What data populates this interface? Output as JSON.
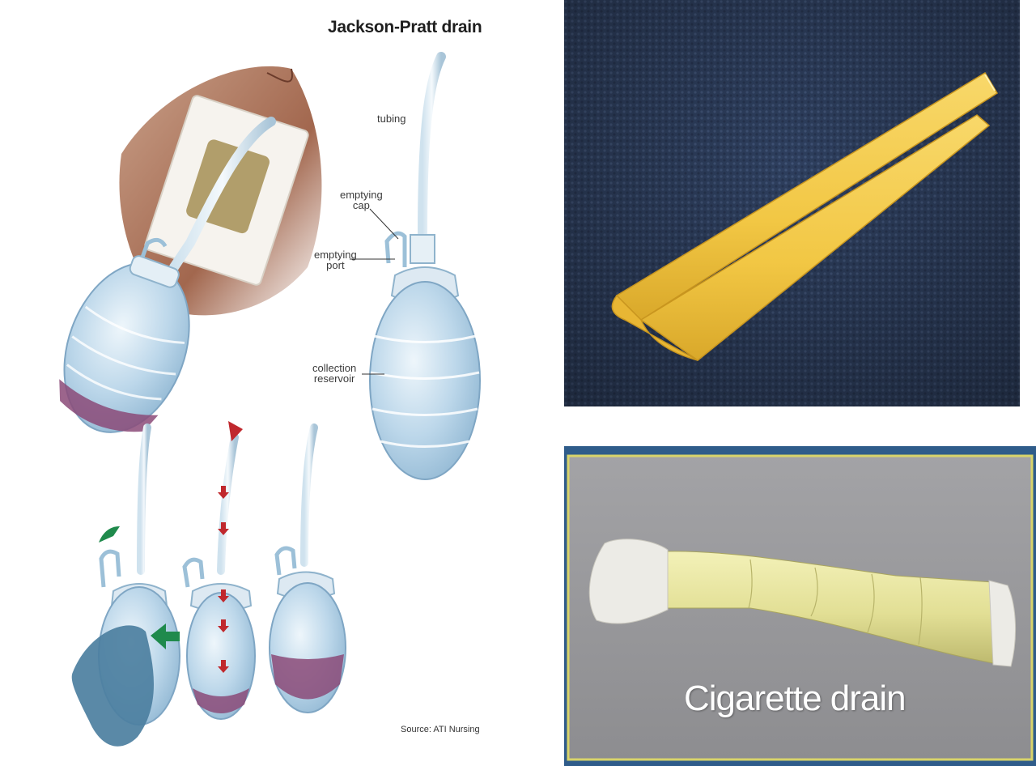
{
  "jackson_pratt": {
    "title": "Jackson-Pratt drain",
    "labels": {
      "tubing": "tubing",
      "emptying_cap_line1": "emptying",
      "emptying_cap_line2": "cap",
      "emptying_port_line1": "emptying",
      "emptying_port_line2": "port",
      "collection_reservoir_line1": "collection",
      "collection_reservoir_line2": "reservoir"
    },
    "source": "Source: ATI Nursing"
  },
  "cigarette_drain": {
    "caption": "Cigarette drain"
  },
  "colors": {
    "bulb": "#bcd7ea",
    "bulb_outline": "#7fa6c4",
    "fluid": "#8b4a78",
    "arrow_green": "#1f8a4c",
    "arrow_red": "#c0282d",
    "penrose_yellow": "#f2c744",
    "towel_blue": "#2e3f5e",
    "cig_frame": "#d8d46a",
    "cig_bg": "#9a9a9c"
  }
}
